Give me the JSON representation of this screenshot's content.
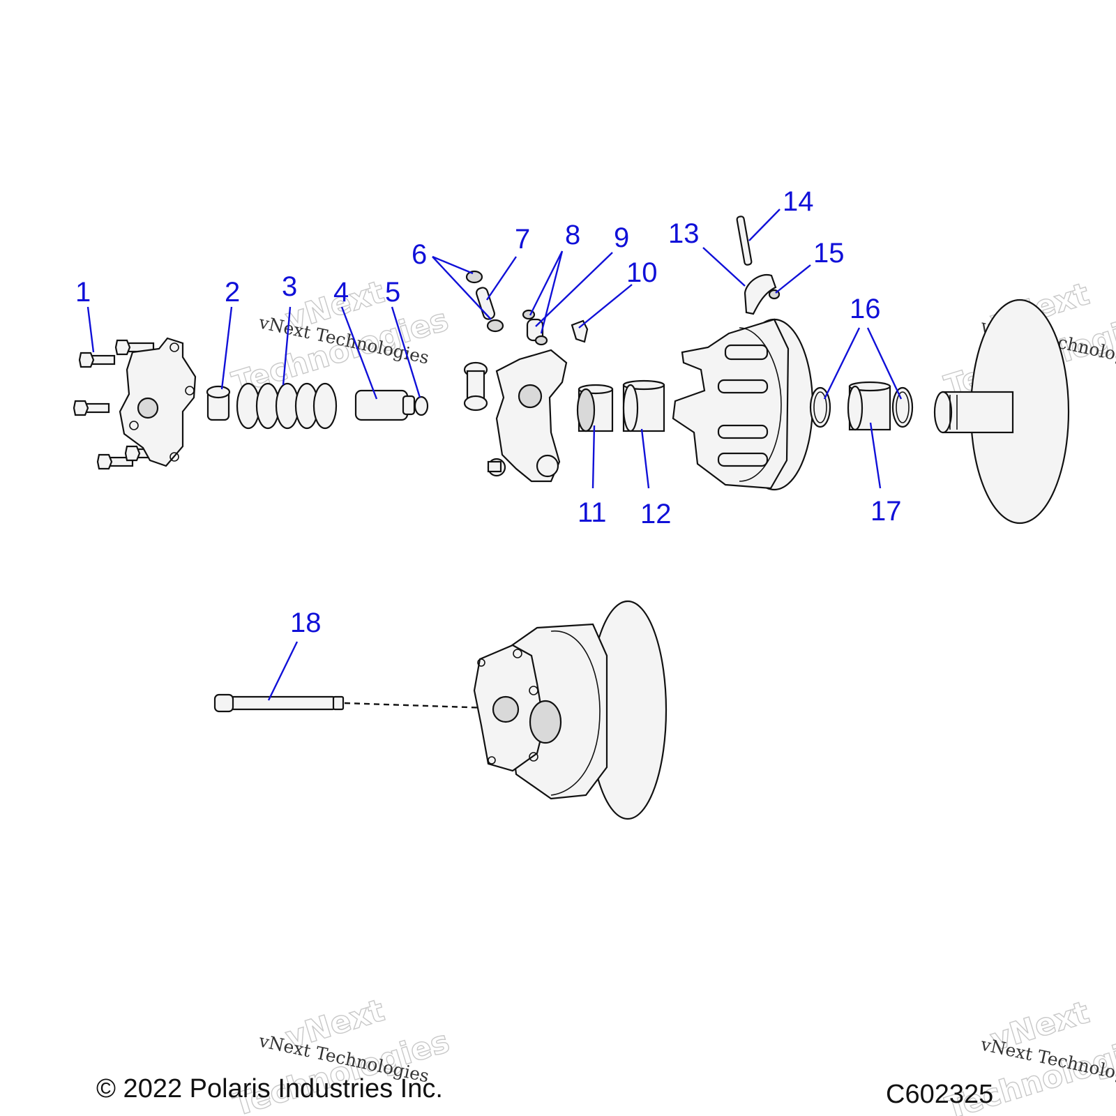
{
  "callouts": [
    "1",
    "2",
    "3",
    "4",
    "5",
    "6",
    "7",
    "8",
    "9",
    "10",
    "11",
    "12",
    "13",
    "14",
    "15",
    "16",
    "17",
    "18"
  ],
  "watermark": {
    "brand": "vNext",
    "word": "Technologies",
    "line": "vNext Technologies"
  },
  "footer": {
    "copyright": "© 2022 Polaris Industries Inc.",
    "code": "C602325"
  },
  "colors": {
    "callout": "#1010d8",
    "line_art": "#111111"
  }
}
